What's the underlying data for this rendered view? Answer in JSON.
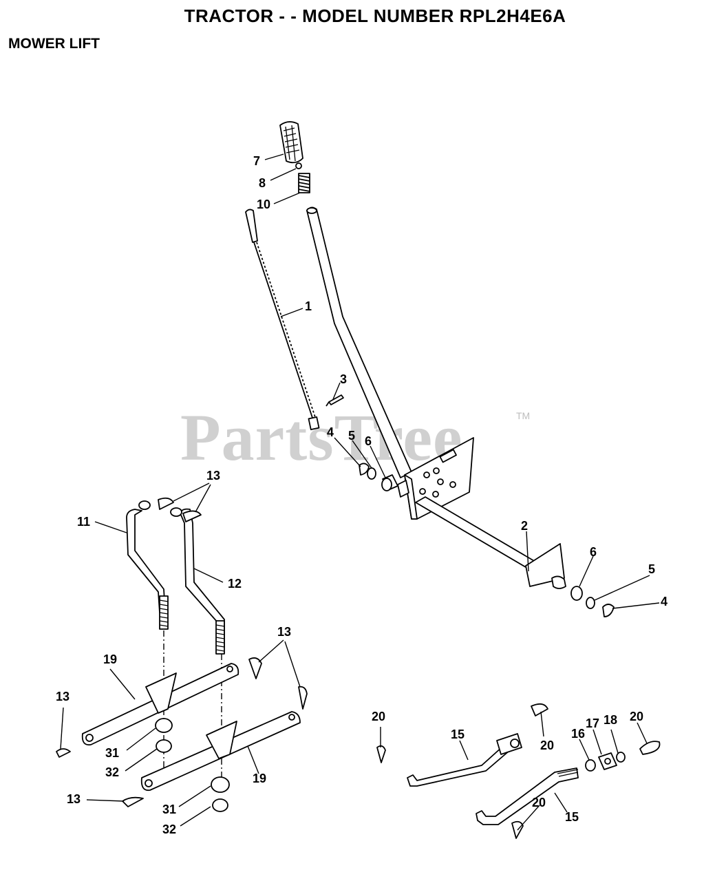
{
  "header": {
    "title": "TRACTOR - - MODEL NUMBER RPL2H4E6A",
    "section": "MOWER LIFT"
  },
  "watermark": {
    "text": "PartsTree",
    "tm": "TM"
  },
  "callouts": [
    {
      "id": "c-7",
      "label": "7"
    },
    {
      "id": "c-8",
      "label": "8"
    },
    {
      "id": "c-10",
      "label": "10"
    },
    {
      "id": "c-1",
      "label": "1"
    },
    {
      "id": "c-3",
      "label": "3"
    },
    {
      "id": "c-4a",
      "label": "4"
    },
    {
      "id": "c-5a",
      "label": "5"
    },
    {
      "id": "c-6a",
      "label": "6"
    },
    {
      "id": "c-2",
      "label": "2"
    },
    {
      "id": "c-6b",
      "label": "6"
    },
    {
      "id": "c-5b",
      "label": "5"
    },
    {
      "id": "c-4b",
      "label": "4"
    },
    {
      "id": "c-13a",
      "label": "13"
    },
    {
      "id": "c-11",
      "label": "11"
    },
    {
      "id": "c-12",
      "label": "12"
    },
    {
      "id": "c-13b",
      "label": "13"
    },
    {
      "id": "c-19a",
      "label": "19"
    },
    {
      "id": "c-13c",
      "label": "13"
    },
    {
      "id": "c-31a",
      "label": "31"
    },
    {
      "id": "c-32a",
      "label": "32"
    },
    {
      "id": "c-19b",
      "label": "19"
    },
    {
      "id": "c-13d",
      "label": "13"
    },
    {
      "id": "c-31b",
      "label": "31"
    },
    {
      "id": "c-32b",
      "label": "32"
    },
    {
      "id": "c-20a",
      "label": "20"
    },
    {
      "id": "c-15a",
      "label": "15"
    },
    {
      "id": "c-20b",
      "label": "20"
    },
    {
      "id": "c-16",
      "label": "16"
    },
    {
      "id": "c-17",
      "label": "17"
    },
    {
      "id": "c-18",
      "label": "18"
    },
    {
      "id": "c-20c",
      "label": "20"
    },
    {
      "id": "c-20d",
      "label": "20"
    },
    {
      "id": "c-15b",
      "label": "15"
    }
  ]
}
